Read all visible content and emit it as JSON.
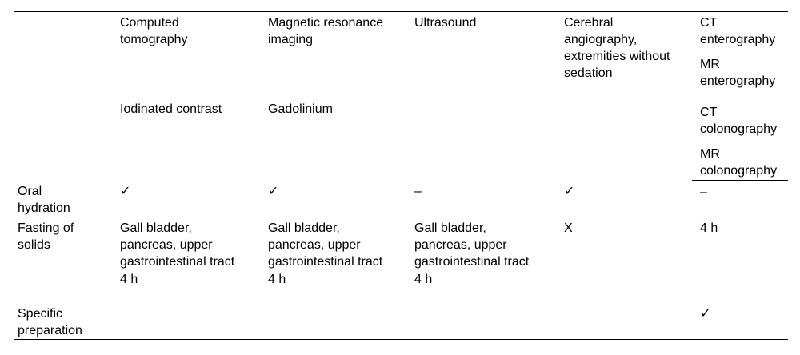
{
  "page": {
    "background": "#ffffff",
    "text_color": "#000000",
    "rule_color": "#000000"
  },
  "table": {
    "header_row_1": {
      "label": "",
      "computed_tomography": "Computed tomography",
      "magnetic_resonance_imaging": "Magnetic resonance imaging",
      "ultrasound": "Ultrasound",
      "cerebral_angiography": "Cerebral angiography, extremities without sedation",
      "enterography_ct": "CT enterography",
      "enterography_mr": "MR enterography"
    },
    "header_row_2": {
      "label": "",
      "iodinated_contrast": "Iodinated contrast",
      "gadolinium": "Gadolinium",
      "colonography_ct": "CT colonography",
      "colonography_mr": "MR colonography"
    },
    "rows": {
      "oral_hydration": {
        "label": "Oral hydration",
        "computed_tomography": "✓",
        "magnetic_resonance_imaging": "✓",
        "ultrasound": "–",
        "cerebral_angiography": "✓",
        "enterography_colonography": "–"
      },
      "fasting_of_solids": {
        "label": "Fasting of solids",
        "computed_tomography_main": "Gall bladder, pancreas, upper gastrointestinal tract",
        "computed_tomography_time": "4 h",
        "magnetic_resonance_imaging_main": "Gall bladder, pancreas, upper gastrointestinal tract",
        "magnetic_resonance_imaging_time": "4 h",
        "ultrasound_main": "Gall bladder, pancreas, upper gastrointestinal tract",
        "ultrasound_time": "4 h",
        "cerebral_angiography": "X",
        "enterography_colonography": "4 h"
      },
      "specific_preparation": {
        "label": "Specific preparation",
        "enterography_colonography": "✓"
      }
    }
  }
}
